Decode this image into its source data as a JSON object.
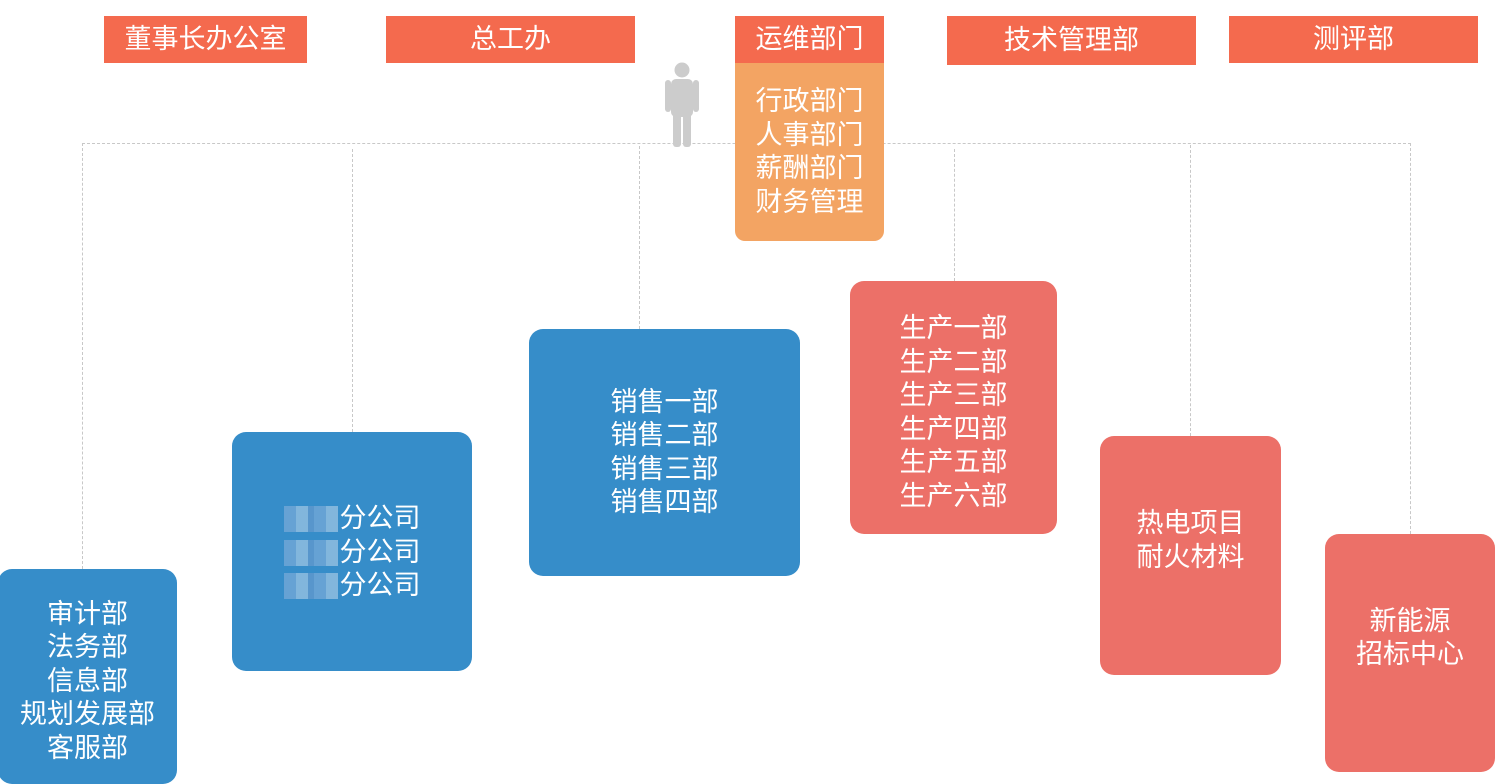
{
  "top": {
    "chairman_office": "董事长办公室",
    "chief_engineer_office": "总工办",
    "operations": "运维部门",
    "tech_management": "技术管理部",
    "evaluation": "测评部"
  },
  "operations_subs": [
    "行政部门",
    "人事部门",
    "薪酬部门",
    "财务管理"
  ],
  "boxes": {
    "admin_group": [
      "审计部",
      "法务部",
      "信息部",
      "规划发展部",
      "客服部"
    ],
    "branches": [
      "分公司",
      "分公司",
      "分公司"
    ],
    "sales": [
      "销售一部",
      "销售二部",
      "销售三部",
      "销售四部"
    ],
    "production": [
      "生产一部",
      "生产二部",
      "生产三部",
      "生产四部",
      "生产五部",
      "生产六部"
    ],
    "projects": [
      "热电项目",
      "耐火材料"
    ],
    "newenergy": [
      "新能源",
      "招标中心"
    ]
  },
  "colors": {
    "top_header": "#F46A4E",
    "blue_box": "#368DC9",
    "red_box": "#EC7068",
    "orange_box": "#F3A463",
    "person_icon": "#cccccc"
  }
}
